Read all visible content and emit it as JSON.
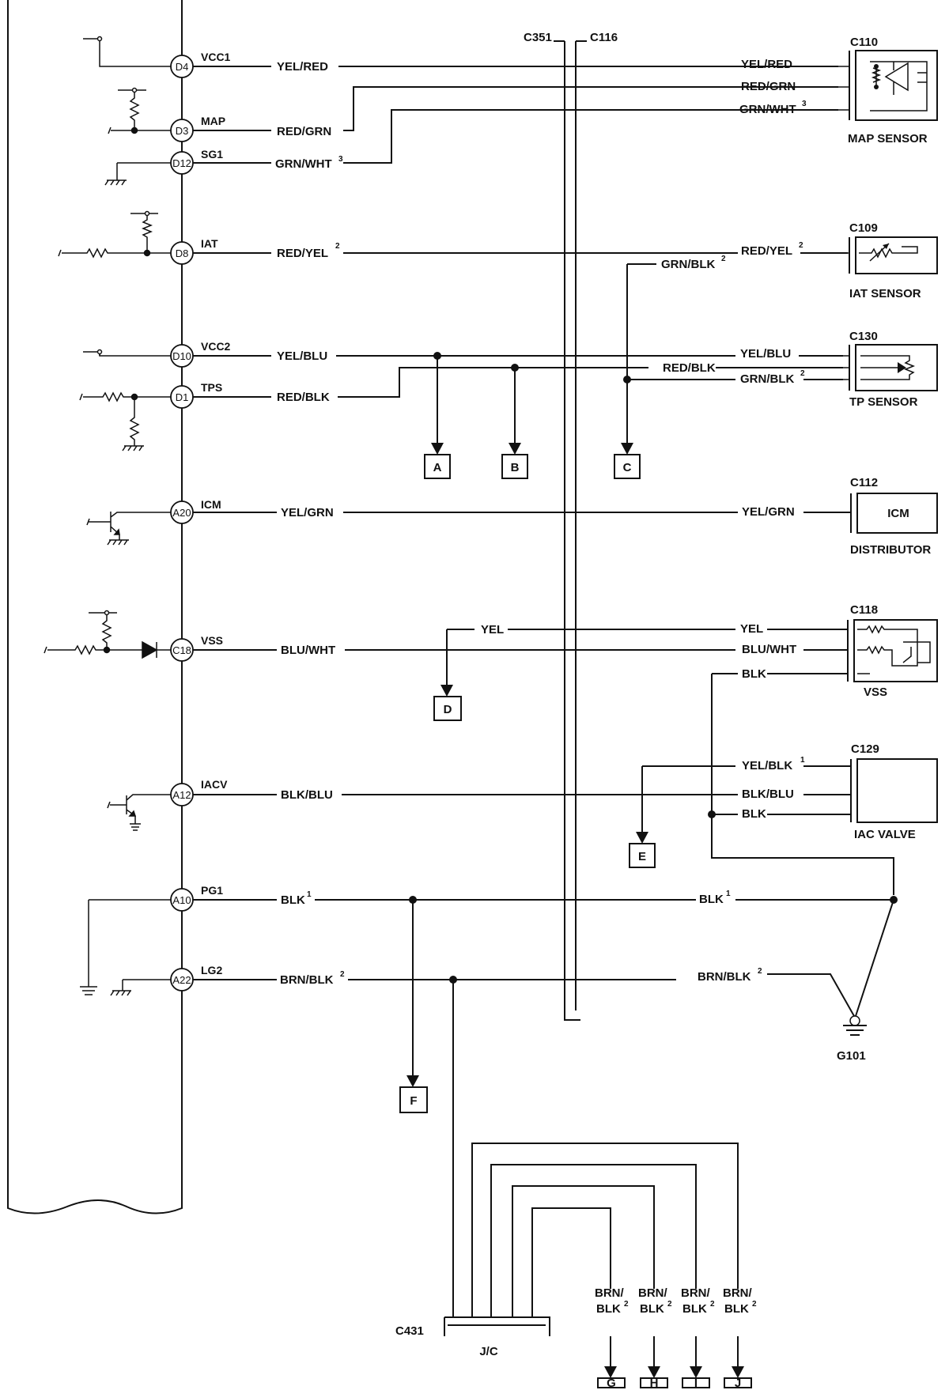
{
  "pins": {
    "d4": "D4",
    "d3": "D3",
    "d12": "D12",
    "d8": "D8",
    "d10": "D10",
    "d1": "D1",
    "a20": "A20",
    "c18": "C18",
    "a12": "A12",
    "a10": "A10",
    "a22": "A22"
  },
  "functions": {
    "vcc1": "VCC1",
    "map": "MAP",
    "sg1": "SG1",
    "iat": "IAT",
    "vcc2": "VCC2",
    "tps": "TPS",
    "icm": "ICM",
    "vss": "VSS",
    "iacv": "IACV",
    "pg1": "PG1",
    "lg2": "LG2"
  },
  "wires": {
    "yel_red": "YEL/RED",
    "red_grn": "RED/GRN",
    "grn_wht": "GRN/WHT",
    "red_yel": "RED/YEL",
    "grn_blk": "GRN/BLK",
    "yel_blu": "YEL/BLU",
    "red_blk": "RED/BLK",
    "yel_grn": "YEL/GRN",
    "yel": "YEL",
    "blu_wht": "BLU/WHT",
    "blk": "BLK",
    "yel_blk": "YEL/BLK",
    "blk_blu": "BLK/BLU",
    "brn_blk": "BRN/BLK",
    "brn_slash": "BRN/",
    "blk_part": "BLK"
  },
  "notes": {
    "n1": "1",
    "n2": "2",
    "n3": "3"
  },
  "connectors": {
    "c351": "C351",
    "c116": "C116",
    "c110": "C110",
    "c109": "C109",
    "c130": "C130",
    "c112": "C112",
    "c118": "C118",
    "c129": "C129",
    "c431": "C431",
    "g101": "G101"
  },
  "components": {
    "map_sensor": "MAP SENSOR",
    "iat_sensor": "IAT SENSOR",
    "tp_sensor": "TP SENSOR",
    "icm": "ICM",
    "distributor": "DISTRIBUTOR",
    "vss": "VSS",
    "iac_valve": "IAC VALVE",
    "jc": "J/C"
  },
  "refs": [
    "A",
    "B",
    "C",
    "D",
    "E",
    "F",
    "G",
    "H",
    "I",
    "J"
  ]
}
